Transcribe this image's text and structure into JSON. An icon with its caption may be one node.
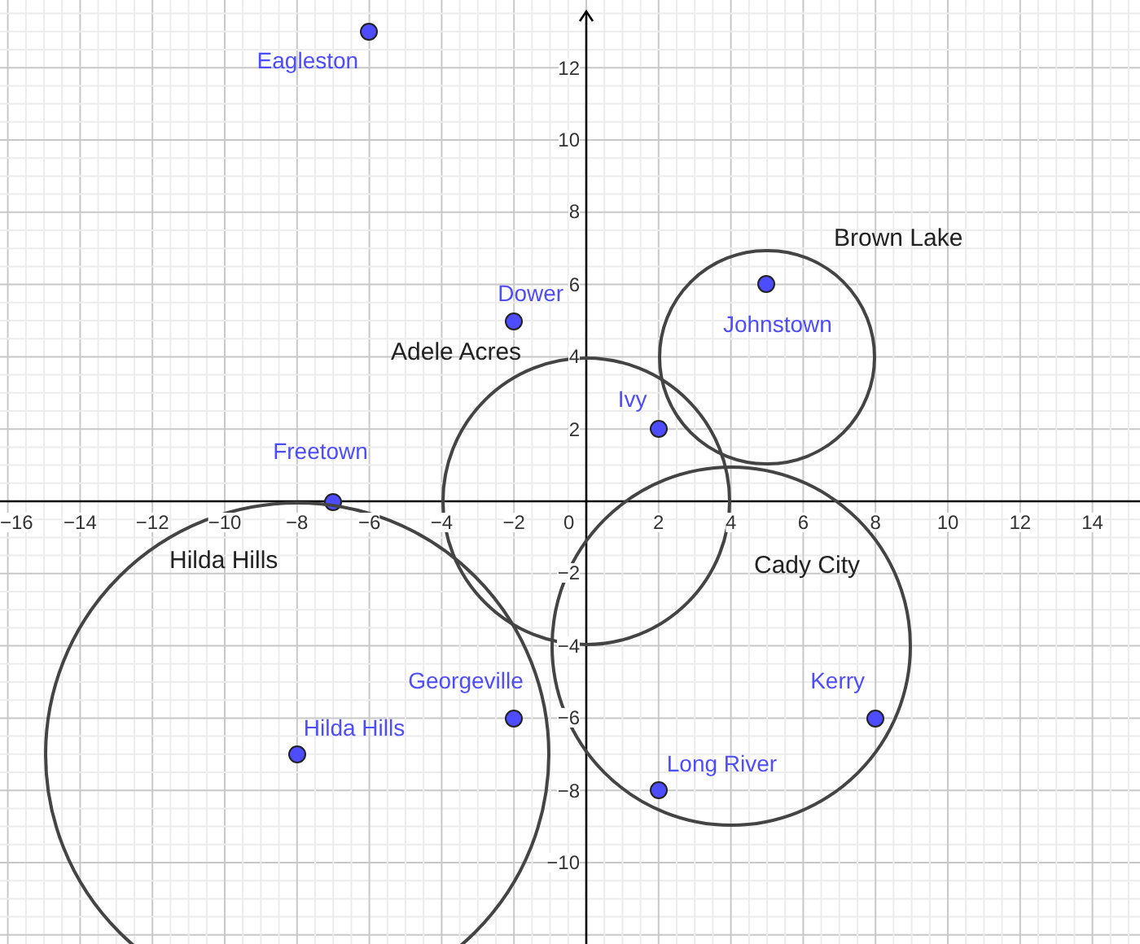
{
  "diagram": {
    "nodes": [
      {
        "text": [
          "Eagleston"
        ]
      },
      {
        "text": [
          "Brown Lake"
        ]
      },
      {
        "text": [
          "Johnstown"
        ],
        "in": 1
      },
      {
        "text": [
          "Dower"
        ]
      },
      {
        "text": [
          "Adele Acres"
        ]
      },
      {
        "text": [
          "Ivy"
        ],
        "in": 4
      },
      {
        "text": [
          "Freetown"
        ]
      },
      {
        "text": [
          "Hilda Hills"
        ]
      },
      {
        "text": [
          "Cady City"
        ]
      },
      {
        "text": [
          "Georgeville"
        ],
        "in": 7
      },
      {
        "text": [
          "Hilda Hills"
        ],
        "in": 7
      },
      {
        "text": [
          "Kerry"
        ],
        "in": 8
      },
      {
        "text": [
          "Long River"
        ],
        "in": 8
      }
    ],
    "labels": [
      "12",
      "10",
      "8",
      "6",
      "4",
      "2",
      "−16",
      "−14",
      "−12",
      "−10",
      "−8",
      "−6",
      "−4",
      "−2",
      "0",
      "2",
      "4",
      "6",
      "8",
      "10",
      "12",
      "14",
      "−2",
      "−4",
      "−6",
      "−8",
      "−10"
    ]
  }
}
